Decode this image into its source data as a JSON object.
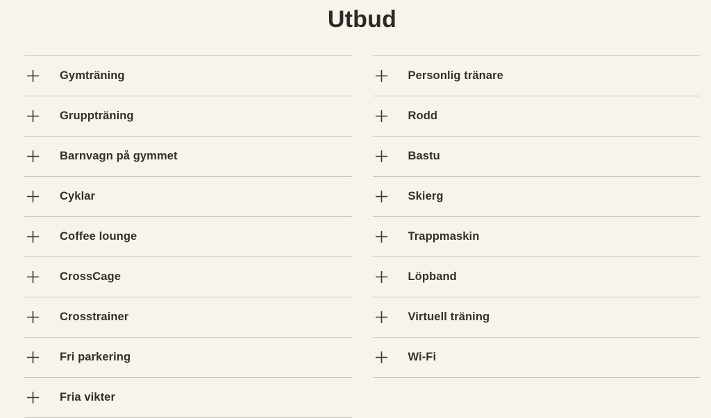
{
  "title": "Utbud",
  "icons": {
    "expand": "plus"
  },
  "colors": {
    "background": "#f8f4ed",
    "text": "#33302a",
    "title_text": "#2d2a25",
    "divider": "#c8c4bc",
    "icon": "#3a362f"
  },
  "columns": {
    "left": {
      "items": [
        "Gymträning",
        "Gruppträning",
        "Barnvagn på gymmet",
        "Cyklar",
        "Coffee lounge",
        "CrossCage",
        "Crosstrainer",
        "Fri parkering",
        "Fria vikter"
      ]
    },
    "right": {
      "items": [
        "Personlig tränare",
        "Rodd",
        "Bastu",
        "Skierg",
        "Trappmaskin",
        "Löpband",
        "Virtuell träning",
        "Wi-Fi"
      ]
    }
  }
}
